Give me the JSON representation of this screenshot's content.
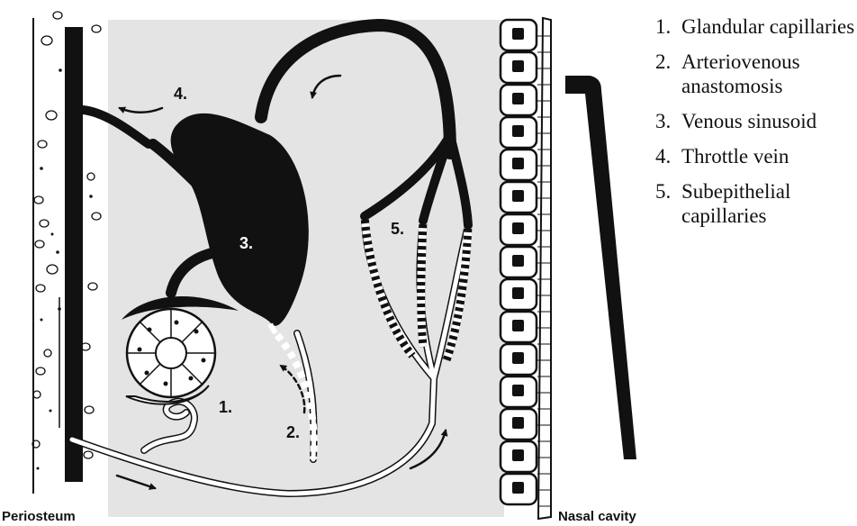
{
  "diagram_labels": {
    "glandular": "1.",
    "arteriovenous": "2.",
    "sinusoid": "3.",
    "throttle": "4.",
    "subepithelial": "5.",
    "periosteum": "Periosteum",
    "nasal_cavity": "Nasal cavity"
  },
  "legend": [
    {
      "number": "1.",
      "text": "Glandular capillaries"
    },
    {
      "number": "2.",
      "text": "Arteriovenous anastomosis"
    },
    {
      "number": "3.",
      "text": "Venous sinusoid"
    },
    {
      "number": "4.",
      "text": "Throttle vein"
    },
    {
      "number": "5.",
      "text": "Subepithelial capillaries"
    }
  ]
}
